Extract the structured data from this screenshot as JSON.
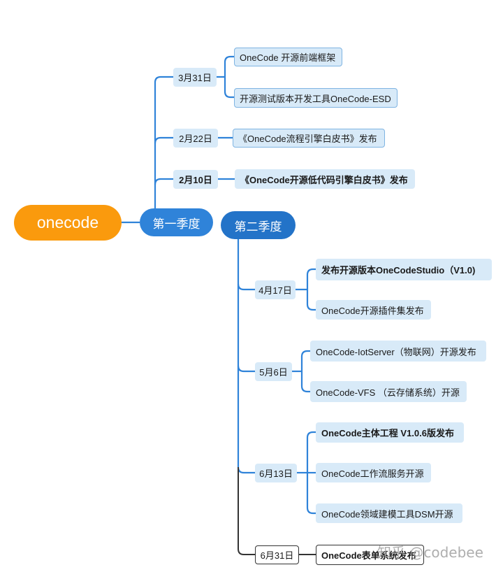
{
  "root": {
    "label": "onecode"
  },
  "quarter1": {
    "label": "第一季度",
    "groups": [
      {
        "date": "3月31日",
        "items": [
          "OneCode 开源前端框架",
          "开源测试版本开发工具OneCode-ESD"
        ]
      },
      {
        "date": "2月22日",
        "items": [
          "《OneCode流程引擎白皮书》发布"
        ]
      },
      {
        "date": "2月10日",
        "items": [
          "《OneCode开源低代码引擎白皮书》发布"
        ]
      }
    ]
  },
  "quarter2": {
    "label": "第二季度",
    "groups": [
      {
        "date": "4月17日",
        "items": [
          "发布开源版本OneCodeStudio（V1.0)",
          "OneCode开源插件集发布"
        ]
      },
      {
        "date": "5月6日",
        "items": [
          "OneCode-IotServer（物联网）开源发布",
          "OneCode-VFS （云存储系统）开源"
        ]
      },
      {
        "date": "6月13日",
        "items": [
          "OneCode主体工程 V1.0.6版发布",
          "OneCode工作流服务开源",
          "OneCode领域建模工具DSM开源"
        ]
      },
      {
        "date": "6月31日",
        "items": [
          "OneCode表单系统发布"
        ]
      }
    ]
  },
  "watermark": "知乎 @codebee",
  "colors": {
    "root": "#fa9a0d",
    "quarter": "#2f83d9",
    "node_fill": "#d8eaf8",
    "line": "#2f83d9",
    "line_dark": "#333333"
  }
}
